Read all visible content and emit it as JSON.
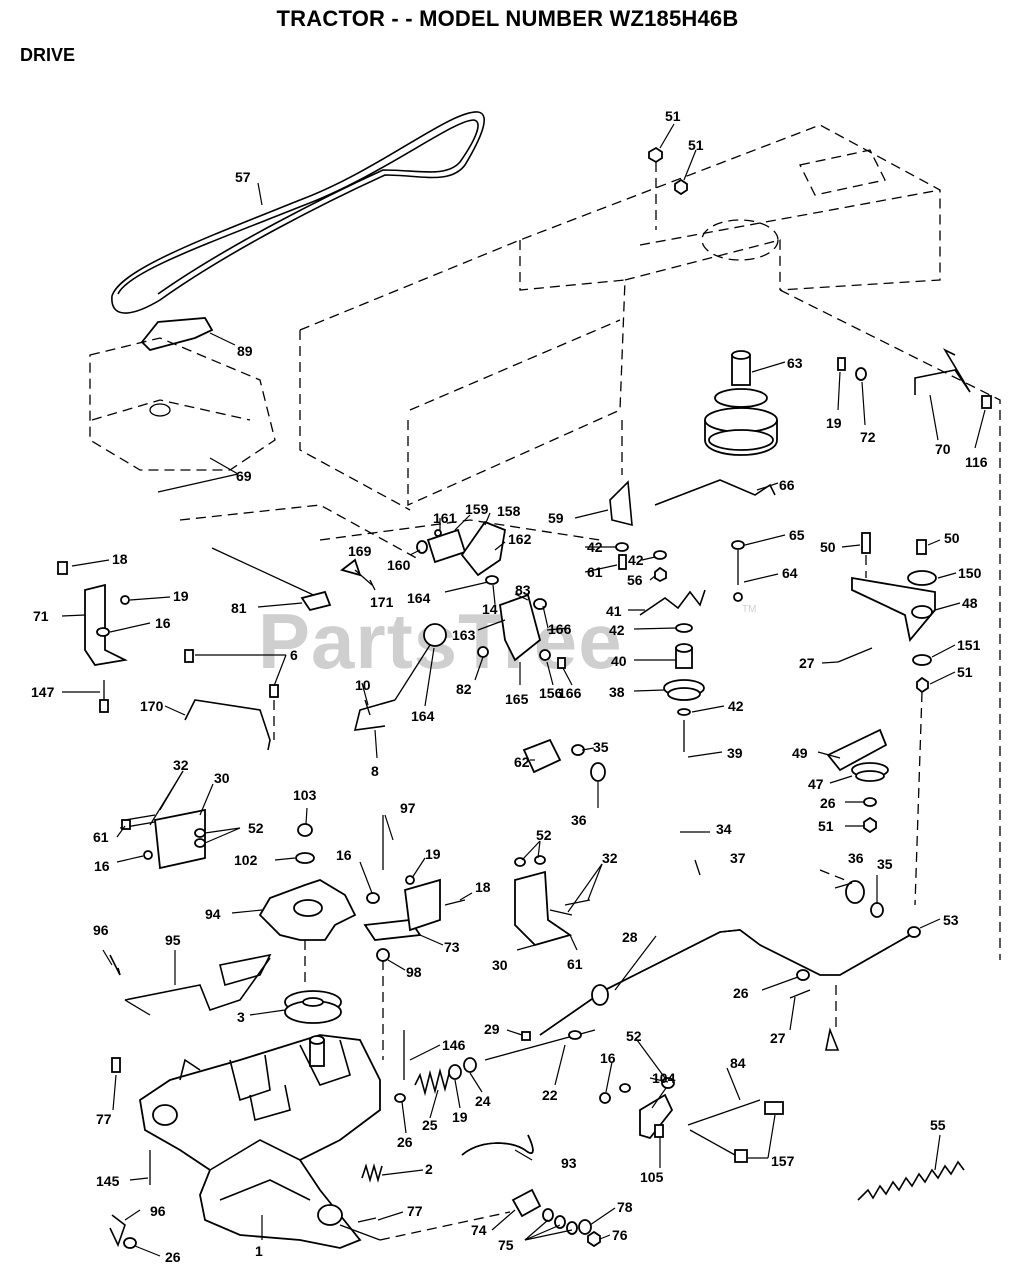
{
  "title": "TRACTOR - - MODEL NUMBER WZ185H46B",
  "section": "DRIVE",
  "watermark": "PartsTree",
  "watermark_tm": "TM",
  "callouts": [
    {
      "id": "57"
    },
    {
      "id": "89"
    },
    {
      "id": "69"
    },
    {
      "id": "51"
    },
    {
      "id": "51b",
      "text": "51"
    },
    {
      "id": "63"
    },
    {
      "id": "19"
    },
    {
      "id": "72"
    },
    {
      "id": "70"
    },
    {
      "id": "116"
    },
    {
      "id": "66"
    },
    {
      "id": "59"
    },
    {
      "id": "161"
    },
    {
      "id": "159"
    },
    {
      "id": "158"
    },
    {
      "id": "162"
    },
    {
      "id": "169"
    },
    {
      "id": "160"
    },
    {
      "id": "171"
    },
    {
      "id": "42"
    },
    {
      "id": "61"
    },
    {
      "id": "42b",
      "text": "42"
    },
    {
      "id": "56"
    },
    {
      "id": "65"
    },
    {
      "id": "64"
    },
    {
      "id": "50"
    },
    {
      "id": "50b",
      "text": "50"
    },
    {
      "id": "150"
    },
    {
      "id": "48"
    },
    {
      "id": "18"
    },
    {
      "id": "19b",
      "text": "19"
    },
    {
      "id": "71"
    },
    {
      "id": "16"
    },
    {
      "id": "81"
    },
    {
      "id": "164"
    },
    {
      "id": "14"
    },
    {
      "id": "83"
    },
    {
      "id": "163"
    },
    {
      "id": "166"
    },
    {
      "id": "41"
    },
    {
      "id": "42c",
      "text": "42"
    },
    {
      "id": "40"
    },
    {
      "id": "27"
    },
    {
      "id": "151"
    },
    {
      "id": "51c",
      "text": "51"
    },
    {
      "id": "6"
    },
    {
      "id": "147"
    },
    {
      "id": "10"
    },
    {
      "id": "82"
    },
    {
      "id": "165"
    },
    {
      "id": "156"
    },
    {
      "id": "166b",
      "text": "166"
    },
    {
      "id": "38"
    },
    {
      "id": "42d",
      "text": "42"
    },
    {
      "id": "170"
    },
    {
      "id": "164b",
      "text": "164"
    },
    {
      "id": "8"
    },
    {
      "id": "39"
    },
    {
      "id": "49"
    },
    {
      "id": "35"
    },
    {
      "id": "62"
    },
    {
      "id": "47"
    },
    {
      "id": "32"
    },
    {
      "id": "30"
    },
    {
      "id": "103"
    },
    {
      "id": "97"
    },
    {
      "id": "36"
    },
    {
      "id": "26"
    },
    {
      "id": "51d",
      "text": "51"
    },
    {
      "id": "61b",
      "text": "61"
    },
    {
      "id": "52"
    },
    {
      "id": "34"
    },
    {
      "id": "102"
    },
    {
      "id": "16b",
      "text": "16"
    },
    {
      "id": "19c",
      "text": "19"
    },
    {
      "id": "52b",
      "text": "52"
    },
    {
      "id": "32b",
      "text": "32"
    },
    {
      "id": "37"
    },
    {
      "id": "16c",
      "text": "16"
    },
    {
      "id": "36b",
      "text": "36"
    },
    {
      "id": "35b",
      "text": "35"
    },
    {
      "id": "18b",
      "text": "18"
    },
    {
      "id": "94"
    },
    {
      "id": "73"
    },
    {
      "id": "53"
    },
    {
      "id": "96"
    },
    {
      "id": "95"
    },
    {
      "id": "98"
    },
    {
      "id": "30b",
      "text": "30"
    },
    {
      "id": "61c",
      "text": "61"
    },
    {
      "id": "28"
    },
    {
      "id": "26b",
      "text": "26"
    },
    {
      "id": "3"
    },
    {
      "id": "29"
    },
    {
      "id": "27b",
      "text": "27"
    },
    {
      "id": "146"
    },
    {
      "id": "52c",
      "text": "52"
    },
    {
      "id": "16d",
      "text": "16"
    },
    {
      "id": "84"
    },
    {
      "id": "22"
    },
    {
      "id": "104"
    },
    {
      "id": "77"
    },
    {
      "id": "19d",
      "text": "19"
    },
    {
      "id": "24"
    },
    {
      "id": "25"
    },
    {
      "id": "26c",
      "text": "26"
    },
    {
      "id": "93"
    },
    {
      "id": "105"
    },
    {
      "id": "157"
    },
    {
      "id": "55"
    },
    {
      "id": "145"
    },
    {
      "id": "2"
    },
    {
      "id": "96b",
      "text": "96"
    },
    {
      "id": "77b",
      "text": "77"
    },
    {
      "id": "78"
    },
    {
      "id": "74"
    },
    {
      "id": "76"
    },
    {
      "id": "75"
    },
    {
      "id": "26d",
      "text": "26"
    },
    {
      "id": "1"
    }
  ]
}
